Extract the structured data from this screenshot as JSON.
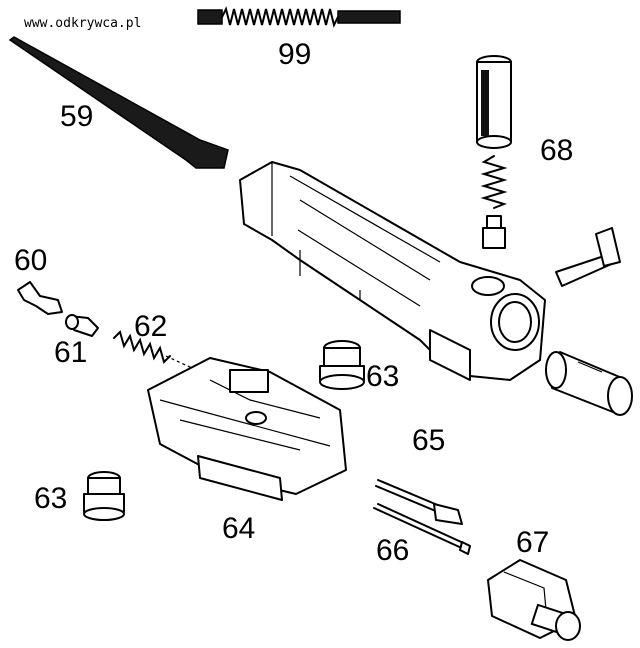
{
  "watermark": "www.odkrywca.pl",
  "parts": [
    {
      "id": "p59",
      "label": "59"
    },
    {
      "id": "p60",
      "label": "60"
    },
    {
      "id": "p61",
      "label": "61"
    },
    {
      "id": "p62",
      "label": "62"
    },
    {
      "id": "p63a",
      "label": "63"
    },
    {
      "id": "p63b",
      "label": "63"
    },
    {
      "id": "p64",
      "label": "64"
    },
    {
      "id": "p65",
      "label": "65"
    },
    {
      "id": "p66",
      "label": "66"
    },
    {
      "id": "p67",
      "label": "67"
    },
    {
      "id": "p68",
      "label": "68"
    },
    {
      "id": "p99",
      "label": "99"
    }
  ]
}
